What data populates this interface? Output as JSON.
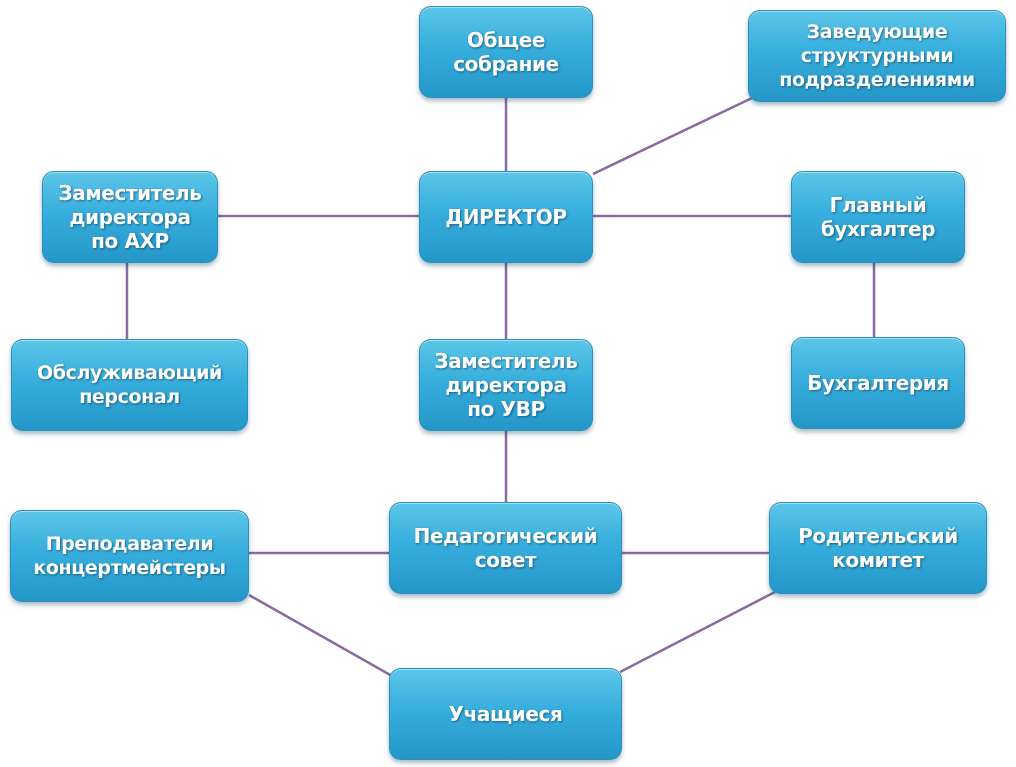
{
  "nodes": {
    "general_meeting": "Общее\nсобрание",
    "department_heads": "Заведующие\nструктурными\nподразделениями",
    "deputy_axr": "Заместитель\nдиректора\nпо АХР",
    "director": "ДИРЕКТОР",
    "chief_accountant": "Главный\nбухгалтер",
    "service_staff": "Обслуживающий\nперсонал",
    "deputy_uvr": "Заместитель\nдиректора\nпо УВР",
    "accounting": "Бухгалтерия",
    "teachers": "Преподаватели\nконцертмейстеры",
    "pedagogical_council": "Педагогический\nсовет",
    "parents_committee": "Родительский\nкомитет",
    "students": "Учащиеся"
  },
  "colors": {
    "node_fill": "#37aedd",
    "node_text": "#ffffff",
    "connector": "#8a6aa0"
  }
}
